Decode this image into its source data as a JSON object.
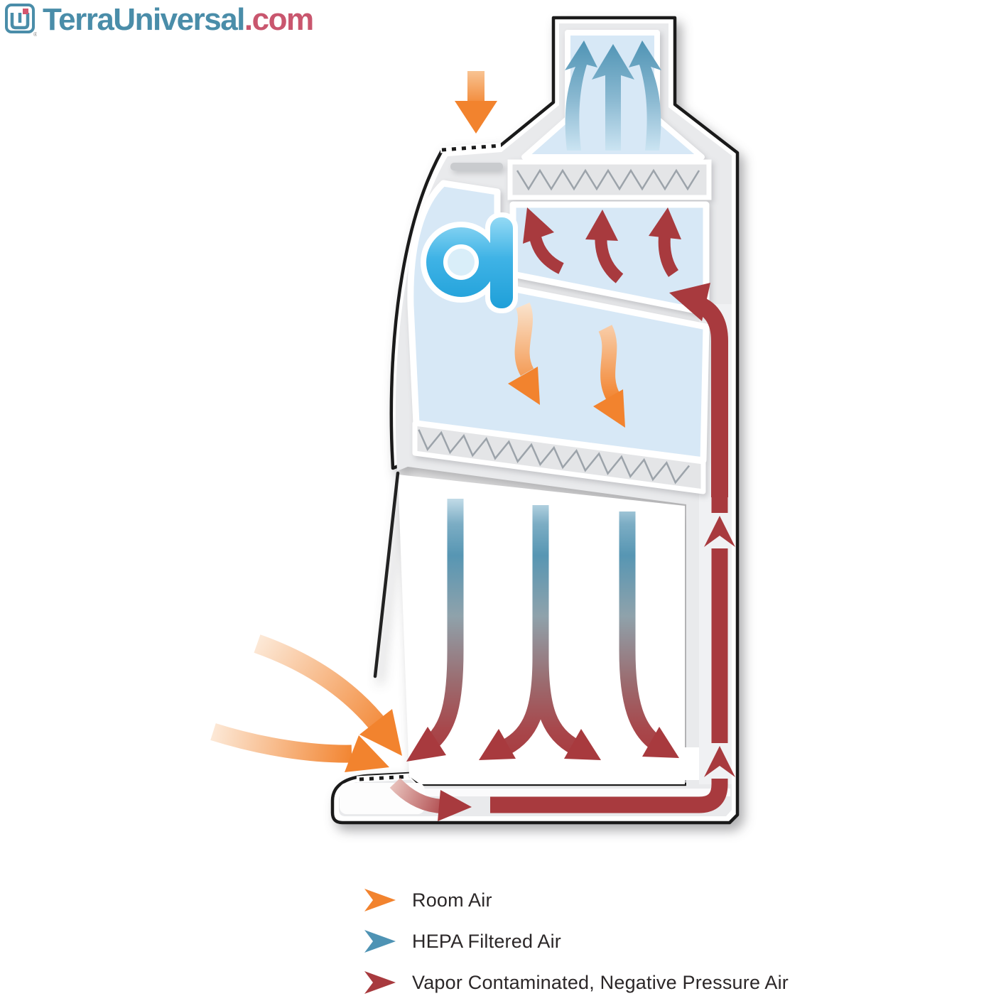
{
  "logo": {
    "icon": "terra-universal-monogram-icon",
    "brand": "TerraUniversal",
    "tld": ".com",
    "reg": "®",
    "brand_color": "#4A8DA9",
    "tld_color": "#C9566E"
  },
  "legend": {
    "items": [
      {
        "id": "room-air",
        "label": "Room Air",
        "color": "#F2832E"
      },
      {
        "id": "hepa-filtered-air",
        "label": "HEPA Filtered Air",
        "color": "#4E93B4"
      },
      {
        "id": "vapor-contaminated-air",
        "label": "Vapor Contaminated, Negative Pressure Air",
        "color": "#A83A3E"
      }
    ]
  },
  "colors": {
    "room_air": "#F2832E",
    "room_air_pale": "#FBDFC5",
    "hepa_filtered": "#4E93B4",
    "hepa_pale": "#CBE4F2",
    "contaminated": "#A83A3E",
    "chamber_fill": "#D7E8F6",
    "filter_fill": "#E4E5E7",
    "filter_zigzag": "#9CA3AA",
    "cabinet_wall": "#E9EAEC",
    "duct_fill": "#F0F1F3",
    "outline": "#1A1A1A",
    "fan_blue": "#3FB3E6",
    "legend_text": "#2B2728"
  },
  "diagram": {
    "parts": [
      "exhaust-outlet",
      "exhaust-hepa-filter",
      "negative-pressure-plenum",
      "blower-fan",
      "room-air-intake",
      "supply-hepa-filter",
      "work-chamber",
      "sash",
      "front-air-foil",
      "rear-duct",
      "base-plenum"
    ]
  }
}
